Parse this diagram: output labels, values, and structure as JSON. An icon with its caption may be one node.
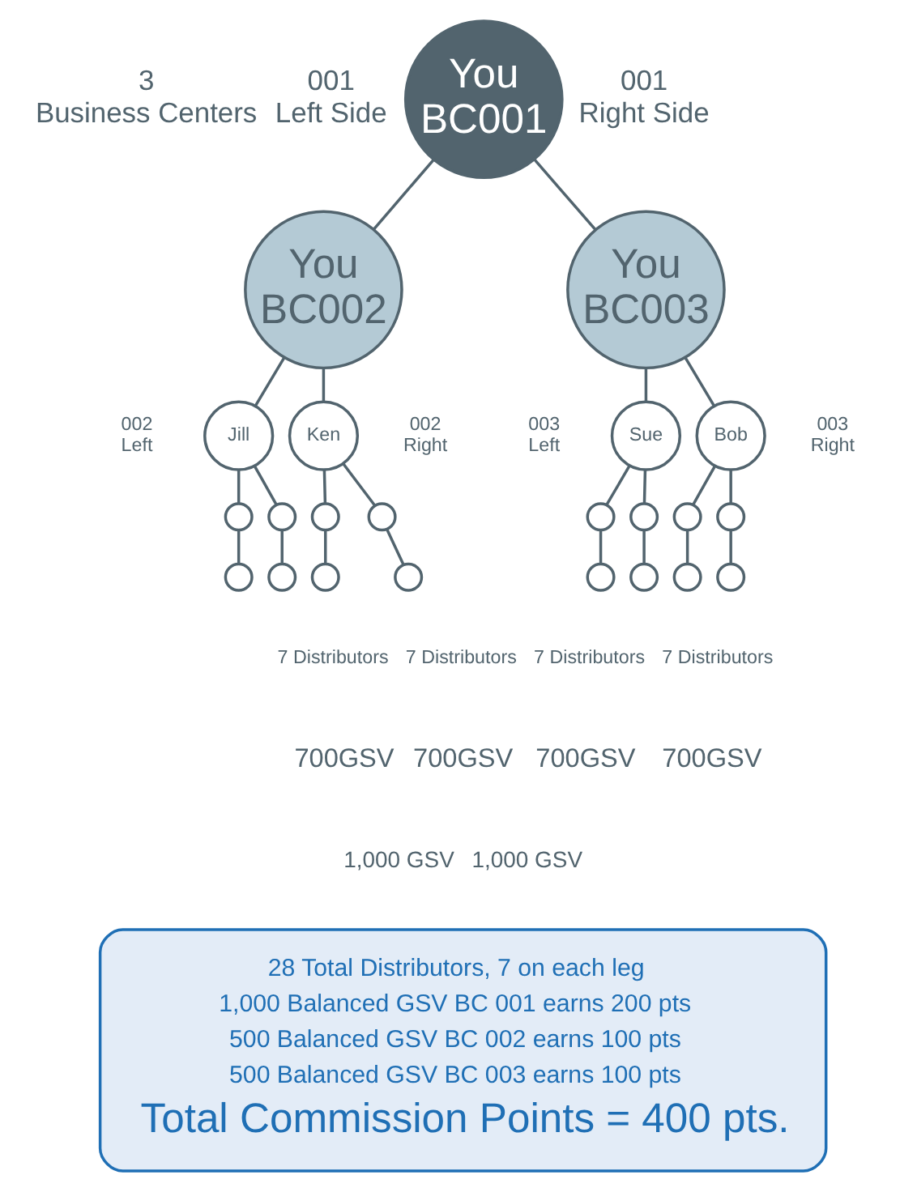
{
  "diagram": {
    "nodes": [
      {
        "text": [
          "You BC001"
        ]
      },
      {
        "text": [
          "You BC002"
        ]
      },
      {
        "text": [
          "You BC003"
        ]
      },
      {
        "text": [
          "Jill"
        ]
      },
      {
        "text": [
          "Ken"
        ]
      },
      {
        "text": [
          "Sue"
        ]
      },
      {
        "text": [
          "Bob"
        ]
      },
      {
        "text": [],
        "shape": "circle"
      },
      {
        "text": [],
        "shape": "circle"
      },
      {
        "text": [],
        "shape": "circle"
      },
      {
        "text": [],
        "shape": "circle"
      },
      {
        "text": [],
        "shape": "circle"
      },
      {
        "text": [],
        "shape": "circle"
      },
      {
        "text": [],
        "shape": "circle"
      },
      {
        "text": [],
        "shape": "circle"
      },
      {
        "text": [],
        "shape": "circle"
      },
      {
        "text": [],
        "shape": "circle"
      },
      {
        "text": [],
        "shape": "circle"
      },
      {
        "text": [],
        "shape": "circle"
      },
      {
        "text": [],
        "shape": "circle"
      },
      {
        "text": [],
        "shape": "circle"
      },
      {
        "text": [],
        "shape": "circle"
      },
      {
        "text": [],
        "shape": "circle"
      },
      {
        "text": [
          "28 Total Distributors, 7 on each leg",
          "1,000 Balanced GSV BC 001 earns 200 pts",
          "500 Balanced GSV BC 002 earns 100 pts",
          "500 Balanced GSV BC 003 earns 100 pts",
          "Total Commission Points = 400 pts."
        ]
      }
    ],
    "edges": [
      {
        "from": 0,
        "to": 1,
        "arrow": "none"
      },
      {
        "from": 0,
        "to": 2,
        "arrow": "none"
      },
      {
        "from": 1,
        "to": 3,
        "arrow": "none"
      },
      {
        "from": 1,
        "to": 4,
        "arrow": "none"
      },
      {
        "from": 2,
        "to": 5,
        "arrow": "none"
      },
      {
        "from": 2,
        "to": 6,
        "arrow": "none"
      },
      {
        "from": 3,
        "to": 7,
        "arrow": "none"
      },
      {
        "from": 3,
        "to": 8,
        "arrow": "none"
      },
      {
        "from": 4,
        "to": 9,
        "arrow": "none"
      },
      {
        "from": 4,
        "to": 10,
        "arrow": "none"
      },
      {
        "from": 5,
        "to": 11,
        "arrow": "none"
      },
      {
        "from": 5,
        "to": 12,
        "arrow": "none"
      },
      {
        "from": 6,
        "to": 13,
        "arrow": "none"
      },
      {
        "from": 6,
        "to": 14,
        "arrow": "none"
      },
      {
        "from": 7,
        "to": 15,
        "arrow": "none"
      },
      {
        "from": 8,
        "to": 16,
        "arrow": "none"
      },
      {
        "from": 9,
        "to": 17,
        "arrow": "none"
      },
      {
        "from": 10,
        "to": 18,
        "arrow": "none"
      },
      {
        "from": 11,
        "to": 19,
        "arrow": "none"
      },
      {
        "from": 12,
        "to": 20,
        "arrow": "none"
      },
      {
        "from": 13,
        "to": 21,
        "arrow": "none"
      },
      {
        "from": 14,
        "to": 22,
        "arrow": "none"
      }
    ],
    "labels": [
      "3 Business Centers",
      "001 Left Side",
      "001 Right Side",
      "002 Left",
      "002 Right",
      "003 Left",
      "003 Right",
      "7 Distributors",
      "7 Distributors",
      "7 Distributors",
      "7 Distributors",
      "700GSV",
      "700GSV",
      "700GSV",
      "700GSV",
      "1,000 GSV",
      "1,000 GSV"
    ]
  }
}
